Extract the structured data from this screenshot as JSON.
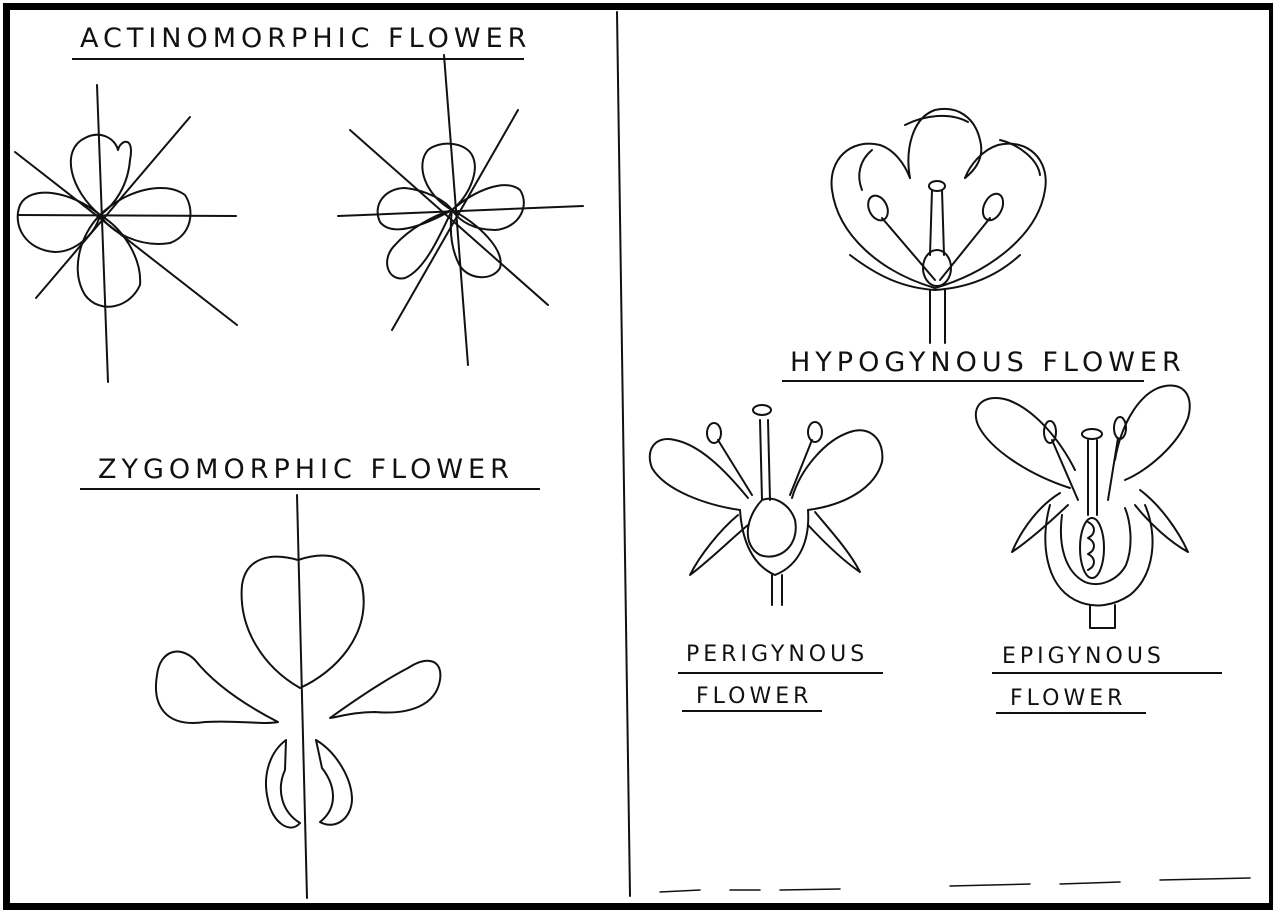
{
  "labels": {
    "actinomorphic": "ACTINOMORPHIC FLOWER",
    "zygomorphic": "ZYGOMORPHIC FLOWER",
    "hypogynous": "HYPOGYNOUS FLOWER",
    "perigynous_line1": "PERIGYNOUS",
    "perigynous_line2": "FLOWER",
    "epigynous_line1": "EPIGYNOUS",
    "epigynous_line2": "FLOWER"
  },
  "colors": {
    "ink": "#111111",
    "paper": "#ffffff",
    "frame": "#000000"
  }
}
